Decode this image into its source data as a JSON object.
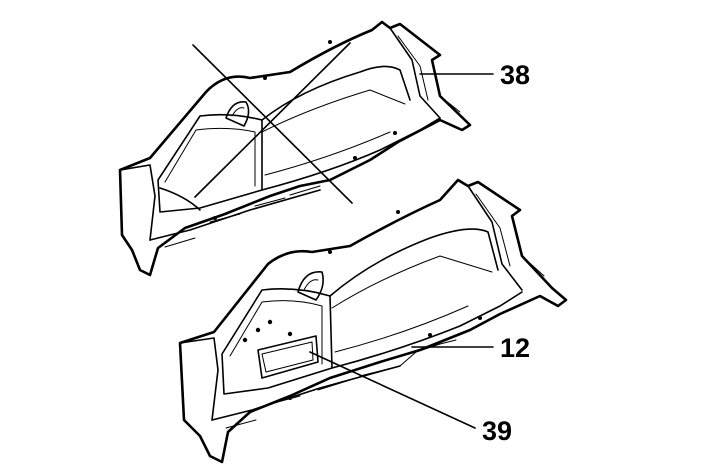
{
  "callouts": {
    "c38": "38",
    "c12": "12",
    "c39": "39"
  },
  "colors": {
    "ink": "#000000",
    "background": "#ffffff"
  }
}
